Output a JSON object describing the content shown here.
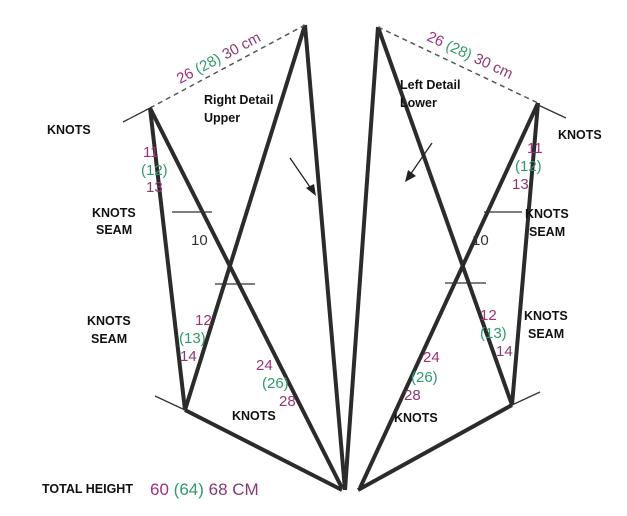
{
  "colors": {
    "line": "#2b2b2b",
    "size_small": "#a0307a",
    "size_medium": "#2f9a6a",
    "size_large": "#8a3a72",
    "text": "#111111"
  },
  "labels": {
    "knots": "KNOTS",
    "knots_seam_line1": "KNOTS",
    "knots_seam_line2": "SEAM",
    "right_detail_line1": "Right Detail",
    "right_detail_line2": "Upper",
    "left_detail_line1": "Left Detail",
    "left_detail_line2": "Lower",
    "total_height": "TOTAL HEIGHT"
  },
  "measurements": {
    "top_width": {
      "small": "26",
      "medium": "(28)",
      "large": "30 cm"
    },
    "upper_edge": {
      "small": "11",
      "medium": "(12)",
      "large": "13"
    },
    "middle_edge": {
      "small": "12",
      "medium": "(13)",
      "large": "14"
    },
    "bottom_edge": {
      "small": "24",
      "medium": "(26)",
      "large": "28"
    },
    "inner": "10",
    "total": {
      "small": "60",
      "medium": "(64)",
      "large": "68 CM"
    }
  }
}
